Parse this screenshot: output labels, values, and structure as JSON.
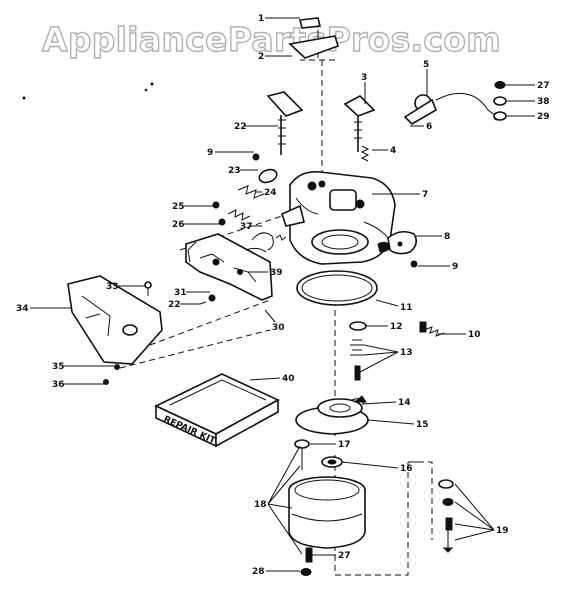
{
  "watermark": "AppliancePartsPros.com",
  "box_label": "REPAIR KIT",
  "callouts": [
    {
      "id": "c1",
      "text": "1"
    },
    {
      "id": "c2",
      "text": "2"
    },
    {
      "id": "c3",
      "text": "3"
    },
    {
      "id": "c5",
      "text": "5"
    },
    {
      "id": "c27a",
      "text": "27"
    },
    {
      "id": "c38a",
      "text": "38"
    },
    {
      "id": "c29a",
      "text": "29"
    },
    {
      "id": "c22a",
      "text": "22"
    },
    {
      "id": "c6",
      "text": "6"
    },
    {
      "id": "c9a",
      "text": "9"
    },
    {
      "id": "c4",
      "text": "4"
    },
    {
      "id": "c23",
      "text": "23"
    },
    {
      "id": "c24",
      "text": "24"
    },
    {
      "id": "c7",
      "text": "7"
    },
    {
      "id": "c25",
      "text": "25"
    },
    {
      "id": "c26",
      "text": "26"
    },
    {
      "id": "c37",
      "text": "37"
    },
    {
      "id": "c8",
      "text": "8"
    },
    {
      "id": "c9b",
      "text": "9"
    },
    {
      "id": "c33",
      "text": "33"
    },
    {
      "id": "c31",
      "text": "31"
    },
    {
      "id": "c22b",
      "text": "22"
    },
    {
      "id": "c39",
      "text": "39"
    },
    {
      "id": "c34",
      "text": "34"
    },
    {
      "id": "c11",
      "text": "11"
    },
    {
      "id": "c12",
      "text": "12"
    },
    {
      "id": "c30",
      "text": "30"
    },
    {
      "id": "c10",
      "text": "10"
    },
    {
      "id": "c13",
      "text": "13"
    },
    {
      "id": "c35",
      "text": "35"
    },
    {
      "id": "c36",
      "text": "36"
    },
    {
      "id": "c40",
      "text": "40"
    },
    {
      "id": "c14",
      "text": "14"
    },
    {
      "id": "c15",
      "text": "15"
    },
    {
      "id": "c17",
      "text": "17"
    },
    {
      "id": "c16",
      "text": "16"
    },
    {
      "id": "c18",
      "text": "18"
    },
    {
      "id": "c19",
      "text": "19"
    },
    {
      "id": "c27b",
      "text": "27"
    },
    {
      "id": "c28",
      "text": "28"
    }
  ]
}
